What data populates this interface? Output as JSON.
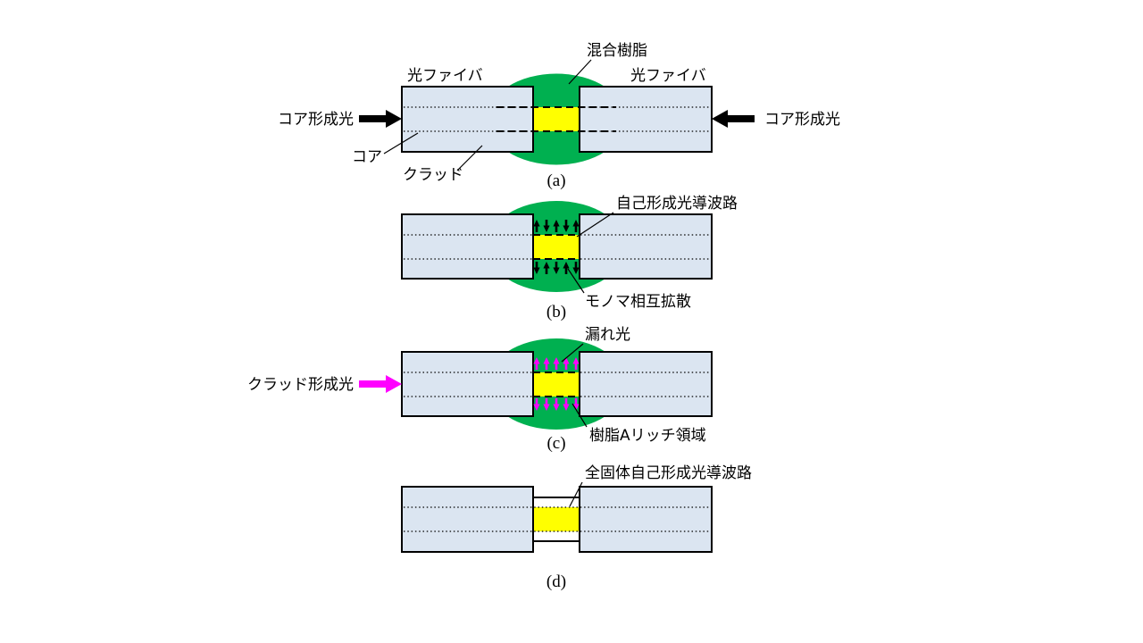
{
  "figure": {
    "background": "#ffffff",
    "colors": {
      "fiber_fill": "#dbe5f1",
      "fiber_stroke": "#000000",
      "resin_green": "#00b050",
      "waveguide_yellow": "#ffff00",
      "magenta": "#ff00ff",
      "black": "#000000"
    },
    "panels": {
      "a": {
        "caption": "(a)",
        "mixed_resin": "混合樹脂",
        "fiber_left": "光ファイバ",
        "fiber_right": "光ファイバ",
        "core_light_left": "コア形成光",
        "core_light_right": "コア形成光",
        "core": "コア",
        "clad": "クラッド"
      },
      "b": {
        "caption": "(b)",
        "waveguide": "自己形成光導波路",
        "monomer": "モノマ相互拡散"
      },
      "c": {
        "caption": "(c)",
        "leak": "漏れ光",
        "clad_light": "クラッド形成光",
        "resin_rich": "樹脂Aリッチ領域"
      },
      "d": {
        "caption": "(d)",
        "solid_waveguide": "全固体自己形成光導波路"
      }
    }
  }
}
